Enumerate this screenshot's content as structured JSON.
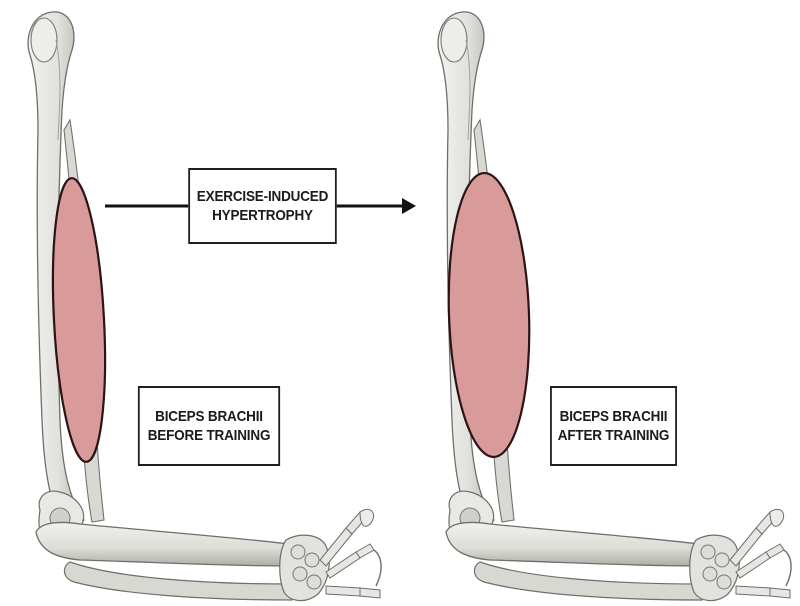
{
  "process_label": {
    "line1": "EXERCISE-INDUCED",
    "line2": "HYPERTROPHY"
  },
  "before_label": {
    "line1": "BICEPS BRACHII",
    "line2": "BEFORE TRAINING"
  },
  "after_label": {
    "line1": "BICEPS BRACHII",
    "line2": "AFTER TRAINING"
  },
  "colors": {
    "muscle_fill": "#d99a9a",
    "muscle_outline": "#2a1414",
    "bone_fill": "#e4e4e0",
    "bone_shade": "#b9b9b4",
    "bone_outline": "#6f6f6a",
    "arrow": "#111111"
  }
}
